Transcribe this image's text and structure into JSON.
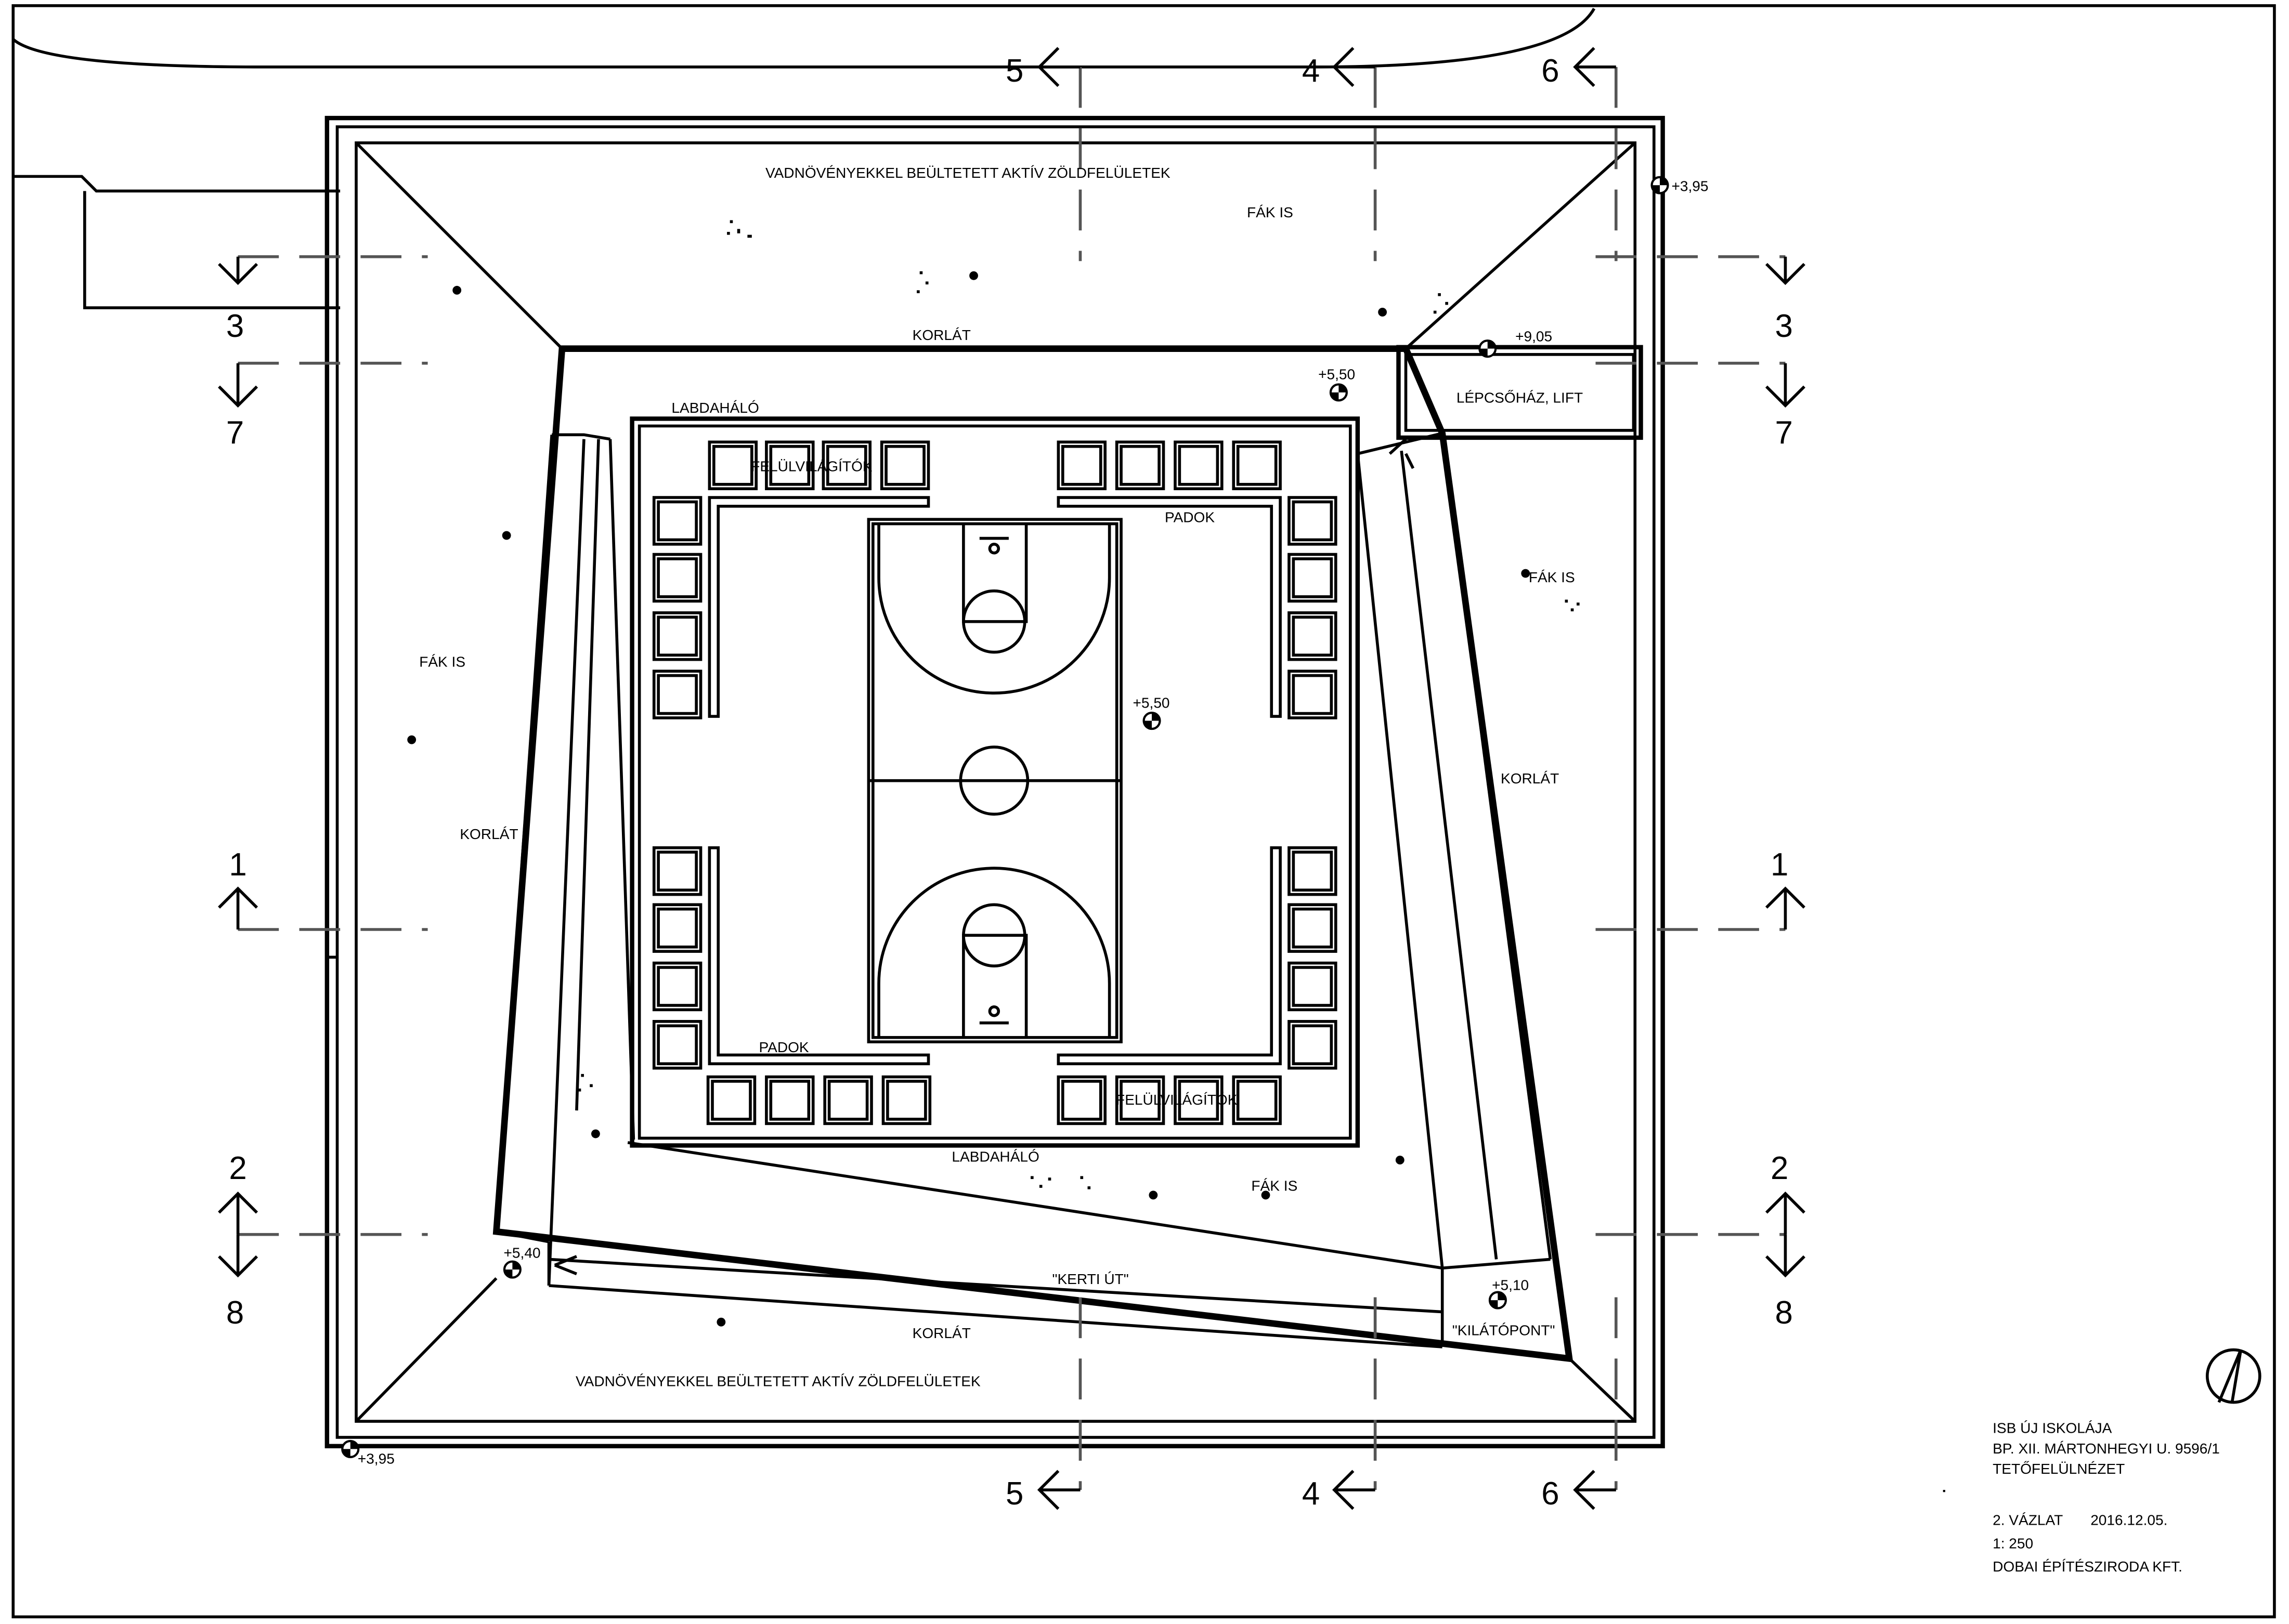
{
  "labels": {
    "green_top": "VADNÖVÉNYEKKEL BEÜLTETETT AKTÍV ZÖLDFELÜLETEK",
    "green_bottom": "VADNÖVÉNYEKKEL BEÜLTETETT AKTÍV ZÖLDFELÜLETEK",
    "trees_top": "FÁK IS",
    "trees_left": "FÁK IS",
    "trees_right": "FÁK IS",
    "trees_bottom": "FÁK IS",
    "railing_top": "KORLÁT",
    "railing_left": "KORLÁT",
    "railing_right": "KORLÁT",
    "railing_bottom": "KORLÁT",
    "stair_lift": "LÉPCSŐHÁZ, LIFT",
    "ballnet_top": "LABDAHÁLÓ",
    "ballnet_bottom": "LABDAHÁLÓ",
    "skylights_top": "FELÜLVILÁGÍTÓK",
    "skylights_bottom": "FELÜLVILÁGÍTÓK",
    "benches_top": "PADOK",
    "benches_bottom": "PADOK",
    "garden_path": "\"KERTI ÚT\"",
    "lookout": "\"KILÁTÓPONT\""
  },
  "levels": {
    "top_right_corner": "+3,95",
    "bottom_left_corner": "+3,95",
    "stair": "+9,05",
    "court_ne": "+5,50",
    "court_center": "+5,50",
    "path_west": "+5,40",
    "lookout": "+5,10"
  },
  "sections": {
    "s1": "1",
    "s2": "2",
    "s3": "3",
    "s4": "4",
    "s5": "5",
    "s6": "6",
    "s7": "7",
    "s8": "8"
  },
  "title_block": {
    "project": "ISB ÚJ ISKOLÁJA",
    "address": "BP. XII. MÁRTONHEGYI U. 9596/1",
    "drawing": "TETŐFELÜLNÉZET",
    "version": "2. VÁZLAT",
    "date": "2016.12.05.",
    "scale": "1: 250",
    "office": "DOBAI ÉPÍTÉSZIRODA KFT."
  }
}
